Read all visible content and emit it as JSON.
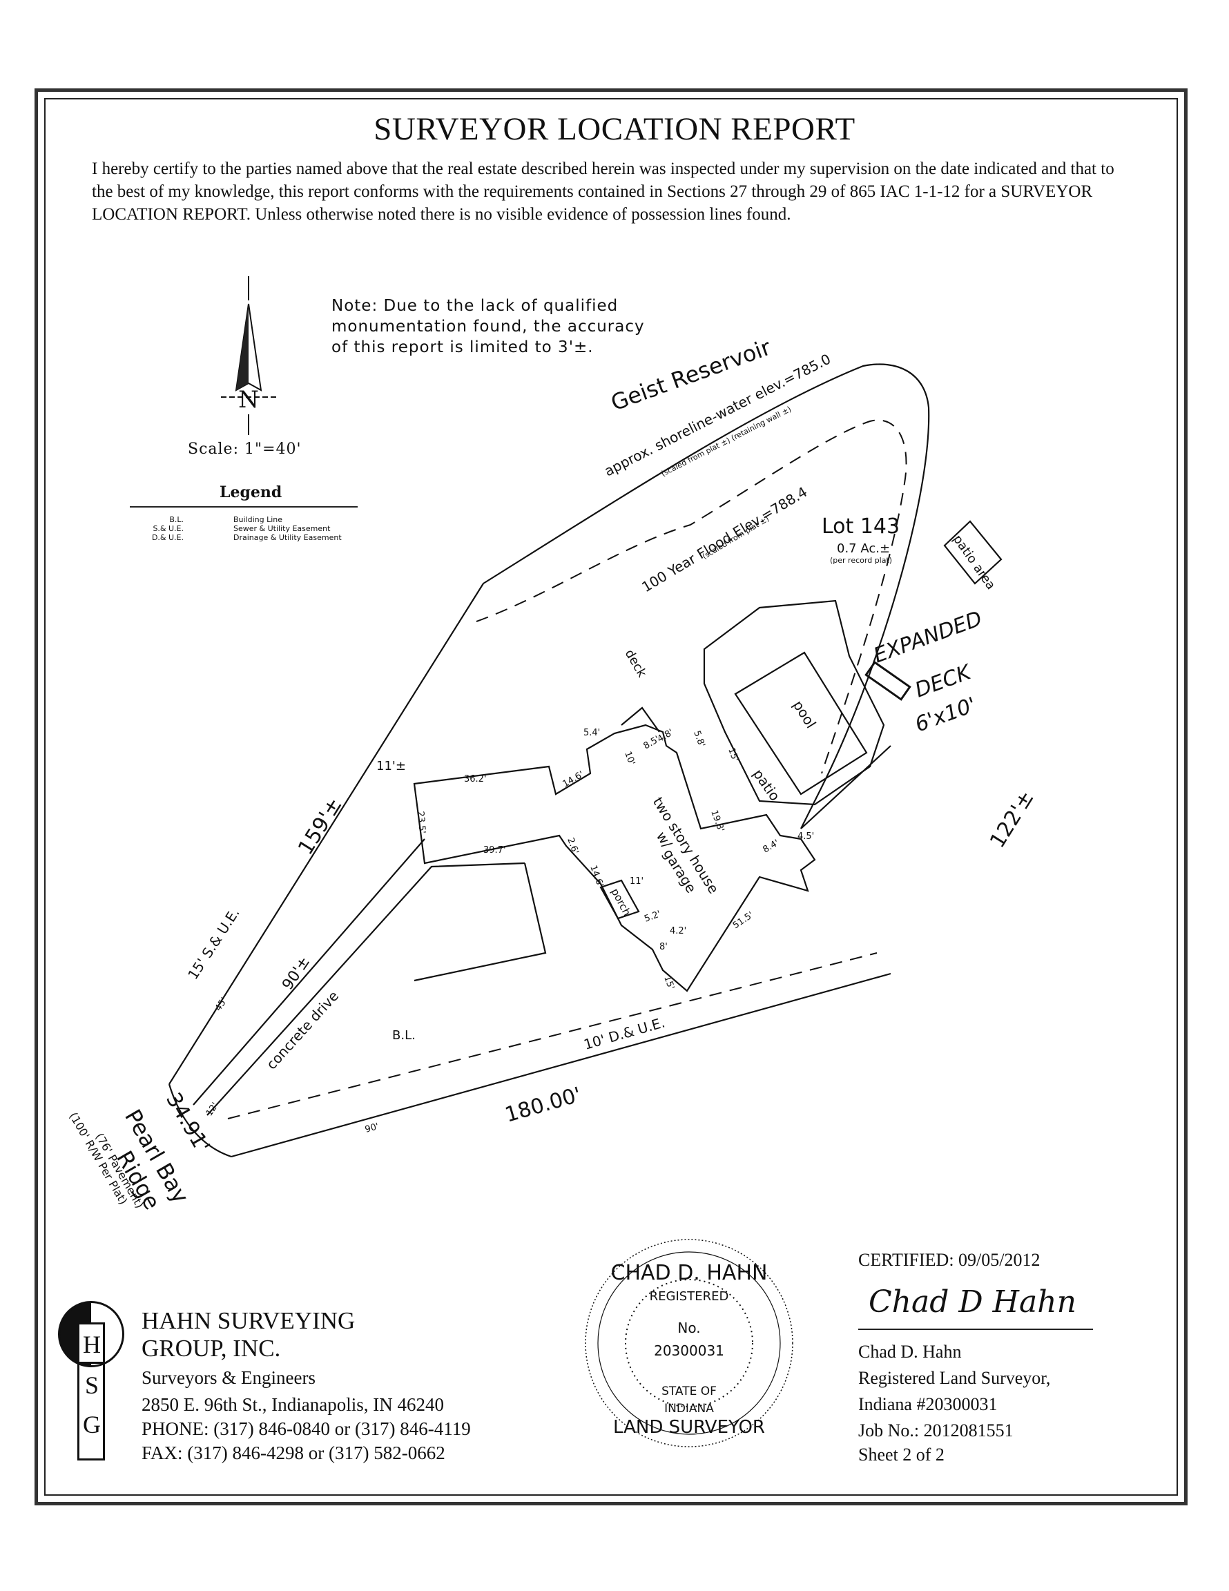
{
  "report": {
    "title": "SURVEYOR LOCATION REPORT",
    "certification": "I hereby certify to the parties named above that the real estate described herein was inspected under my supervision on the date indicated and that to the best of my knowledge, this report conforms with the requirements contained in Sections 27 through 29 of 865 IAC 1-1-12 for a SURVEYOR LOCATION REPORT. Unless otherwise noted there is no visible evidence of possession lines found."
  },
  "note": {
    "line1": "Note: Due to the lack of qualified",
    "line2": "monumentation found, the accuracy",
    "line3": "of this report is limited to 3'±."
  },
  "scale": "Scale:  1\"=40'",
  "north_arrow_label": "N",
  "legend": {
    "title": "Legend",
    "items": [
      {
        "abbr": "B.L.",
        "meaning": "Building Line"
      },
      {
        "abbr": "S.& U.E.",
        "meaning": "Sewer & Utility Easement"
      },
      {
        "abbr": "D.& U.E.",
        "meaning": "Drainage & Utility Easement"
      }
    ]
  },
  "plat": {
    "reservoir": "Geist Reservoir",
    "shoreline": "approx. shoreline-water elev.=785.0",
    "shoreline_note": "(scaled from plat ±) (retaining wall ±)",
    "flood": "100 Year Flood Elev.=788.4",
    "flood_note": "(scaled from plat ±)",
    "lot": "Lot 143",
    "acreage": "0.7 Ac.±",
    "acreage_note": "(per record plat)",
    "patio_area": "patio area",
    "pool": "pool",
    "patio": "patio",
    "deck": "deck",
    "house": "two story house",
    "house_2": "w/",
    "house_3": "garage",
    "porch": "porch",
    "drive": "concrete drive",
    "bl": "B.L.",
    "du_easement": "10' D.& U.E.",
    "su_easement": "15' S.& U.E.",
    "street": "Pearl Bay",
    "street_2": "Ridge",
    "pavement": "(76' Pavement)",
    "row": "(100' R/W Per Plat)",
    "handwritten_1": "EXPANDED",
    "handwritten_2": "DECK",
    "handwritten_3": "6'x10'",
    "dims": {
      "d159": "159'±",
      "d122": "122'±",
      "d180": "180.00'",
      "d3491": "34.91'",
      "d90pm": "90'±",
      "d11": "11'±",
      "d90": "90'",
      "d45": "45'",
      "d12": "12'",
      "d362": "36.2'",
      "d235": "23.5'",
      "d397": "39.7'",
      "d515": "51.5'",
      "d198": "19.8'",
      "d146": "14.6'",
      "d54": "5.4'",
      "d85": "8.5'",
      "d48": "4.8'",
      "d10": "10'",
      "d58": "5.8'",
      "d15": "15'",
      "d84": "8.4'",
      "d45b": "4.5'",
      "d26": "2.6'",
      "d146b": "14.6'",
      "d11b": "11'",
      "d52": "5.2'",
      "d42": "4.2'",
      "d8": "8'",
      "d15b": "15'"
    }
  },
  "certified": "CERTIFIED: 09/05/2012",
  "signature": "Chad D Hahn",
  "surveyor": {
    "name": "Chad D. Hahn",
    "title": "Registered Land Surveyor,",
    "license": "Indiana #20300031",
    "job": "Job No.: 2012081551",
    "sheet": "Sheet 2 of 2"
  },
  "seal": {
    "top": "CHAD D. HAHN",
    "registered": "REGISTERED",
    "no_label": "No.",
    "number": "20300031",
    "state_of": "STATE OF",
    "state": "INDIANA",
    "bottom": "LAND SURVEYOR"
  },
  "company": {
    "name1": "HAHN SURVEYING",
    "name2": "GROUP, INC.",
    "subtitle": "Surveyors & Engineers",
    "address": "2850 E. 96th St., Indianapolis, IN 46240",
    "phone": "PHONE: (317) 846-0840 or (317) 846-4119",
    "fax": "FAX: (317) 846-4298 or (317) 582-0662",
    "logo_letters": [
      "H",
      "S",
      "G"
    ]
  }
}
